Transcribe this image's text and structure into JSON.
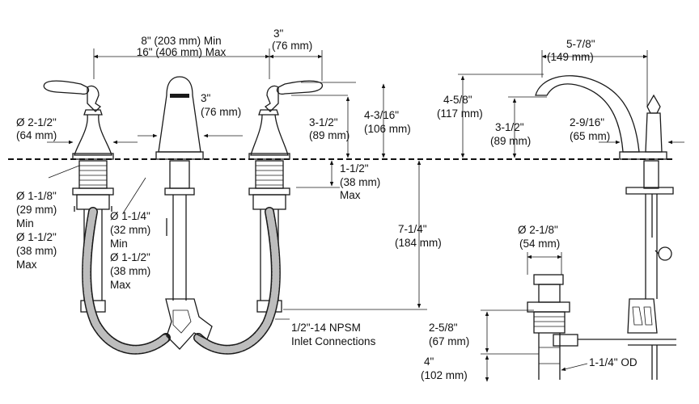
{
  "figure": {
    "labels": {
      "spread": [
        "8\" (203 mm) Min",
        "16\" (406 mm) Max"
      ],
      "handle_offset": [
        "3\"",
        "(76 mm)"
      ],
      "spout_depth": [
        "3\"",
        "(76 mm)"
      ],
      "handle_base_dia": [
        "Ø 2-1/2\"",
        "(64 mm)"
      ],
      "handle_height": [
        "3-1/2\"",
        "(89 mm)"
      ],
      "overall_height_front": [
        "4-3/16\"",
        "(106 mm)"
      ],
      "deck_thickness": [
        "1-1/2\"",
        "(38 mm)",
        "Max"
      ],
      "handle_hole": [
        "Ø 1-1/8\"",
        "(29 mm)",
        "Min",
        "Ø 1-1/2\"",
        "(38 mm)",
        "Max"
      ],
      "spout_hole": [
        "Ø 1-1/4\"",
        "(32 mm)",
        "Min",
        "Ø 1-1/2\"",
        "(38 mm)",
        "Max"
      ],
      "below_deck": [
        "7-1/4\"",
        "(184 mm)"
      ],
      "inlet": [
        "1/2\"-14 NPSM",
        "Inlet Connections"
      ],
      "spout_reach": [
        "5-7/8\"",
        "(149 mm)"
      ],
      "spout_height": [
        "4-5/8\"",
        "(117 mm)"
      ],
      "spout_outlet_height": [
        "3-1/2\"",
        "(89 mm)"
      ],
      "spout_base": [
        "2-9/16\"",
        "(65 mm)"
      ],
      "drain_dia": [
        "Ø 2-1/8\"",
        "(54 mm)"
      ],
      "drain_length": [
        "2-5/8\"",
        "(67 mm)"
      ],
      "tailpiece": [
        "4\"",
        "(102 mm)"
      ],
      "tailpiece_od": [
        "1-1/4\" OD"
      ]
    }
  }
}
